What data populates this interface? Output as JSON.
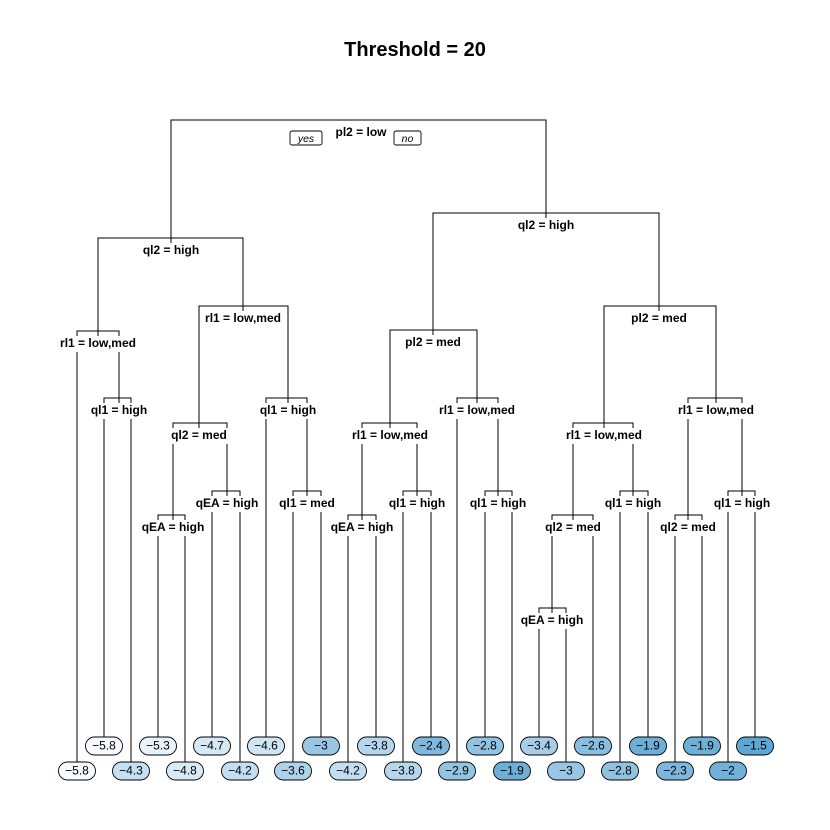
{
  "title": "Threshold = 20",
  "branch_labels": {
    "yes": "yes",
    "no": "no"
  },
  "nodes": [
    {
      "id": "n1",
      "label": "pl2 = low"
    },
    {
      "id": "n2",
      "label": "ql2 = high"
    },
    {
      "id": "n3",
      "label": "rl1 = low,med"
    },
    {
      "id": "n4",
      "label": "ql1 = high"
    },
    {
      "id": "n5",
      "label": "rl1 = low,med"
    },
    {
      "id": "n6",
      "label": "ql2 = med"
    },
    {
      "id": "n7",
      "label": "qEA = high"
    },
    {
      "id": "n8",
      "label": "qEA = high"
    },
    {
      "id": "n9",
      "label": "ql1 = high"
    },
    {
      "id": "n10",
      "label": "ql1 = med"
    },
    {
      "id": "n11",
      "label": "ql2 = high"
    },
    {
      "id": "n12",
      "label": "pl2 = med"
    },
    {
      "id": "n13",
      "label": "rl1 = low,med"
    },
    {
      "id": "n14",
      "label": "qEA = high"
    },
    {
      "id": "n15",
      "label": "ql1 = high"
    },
    {
      "id": "n16",
      "label": "rl1 = low,med"
    },
    {
      "id": "n17",
      "label": "ql1 = high"
    },
    {
      "id": "n18",
      "label": "pl2 = med"
    },
    {
      "id": "n19",
      "label": "rl1 = low,med"
    },
    {
      "id": "n20",
      "label": "ql2 = med"
    },
    {
      "id": "n21",
      "label": "qEA = high"
    },
    {
      "id": "n22",
      "label": "ql1 = high"
    },
    {
      "id": "n23",
      "label": "rl1 = low,med"
    },
    {
      "id": "n24",
      "label": "ql2 = med"
    },
    {
      "id": "n25",
      "label": "ql1 = high"
    }
  ],
  "leaves": [
    {
      "value": -5.8
    },
    {
      "value": -5.8
    },
    {
      "value": -4.3
    },
    {
      "value": -5.3
    },
    {
      "value": -4.8
    },
    {
      "value": -4.7
    },
    {
      "value": -4.2
    },
    {
      "value": -4.6
    },
    {
      "value": -3.6
    },
    {
      "value": -3
    },
    {
      "value": -4.2
    },
    {
      "value": -3.8
    },
    {
      "value": -3.8
    },
    {
      "value": -2.4
    },
    {
      "value": -2.9
    },
    {
      "value": -2.8
    },
    {
      "value": -1.9
    },
    {
      "value": -3.4
    },
    {
      "value": -3
    },
    {
      "value": -2.6
    },
    {
      "value": -2.8
    },
    {
      "value": -1.9
    },
    {
      "value": -2.3
    },
    {
      "value": -1.9
    },
    {
      "value": -2
    },
    {
      "value": -1.5
    }
  ],
  "leaf_text": [
    "−5.8",
    "−5.8",
    "−4.3",
    "−5.3",
    "−4.8",
    "−4.7",
    "−4.2",
    "−4.6",
    "−3.6",
    "−3",
    "−4.2",
    "−3.8",
    "−3.8",
    "−2.4",
    "−2.9",
    "−2.8",
    "−1.9",
    "−3.4",
    "−3",
    "−2.6",
    "−2.8",
    "−1.9",
    "−2.3",
    "−1.9",
    "−2",
    "−1.5"
  ],
  "colors": {
    "leaf_light": "#f7fbff",
    "leaf_dark": "#5ea6d4",
    "line": "#000000"
  }
}
